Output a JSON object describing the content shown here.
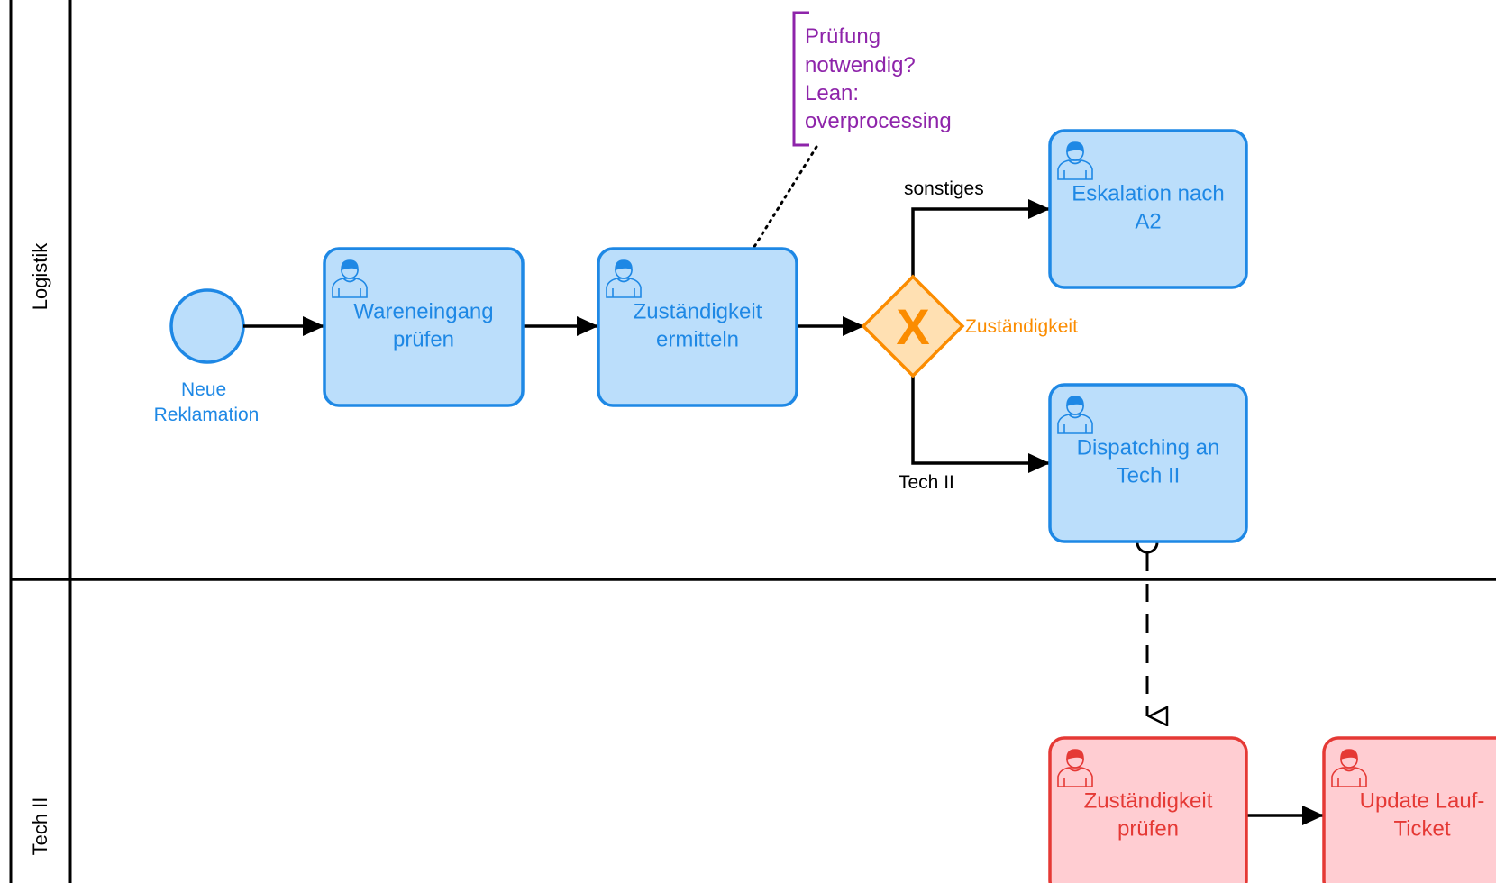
{
  "lanes": {
    "top": {
      "label": "Logistik"
    },
    "bottom": {
      "label": "Tech II"
    }
  },
  "start_event": {
    "label_lines": [
      "Neue",
      "Reklamation"
    ]
  },
  "tasks": {
    "wareneingang": {
      "lines": [
        "Wareneingang",
        "prüfen"
      ]
    },
    "zustaendigkeit_ermitteln": {
      "lines": [
        "Zuständigkeit",
        "ermitteln"
      ]
    },
    "eskalation": {
      "lines": [
        "Eskalation nach",
        "A2"
      ]
    },
    "dispatching": {
      "lines": [
        "Dispatching an",
        "Tech II"
      ]
    },
    "zustaendigkeit_pruefen": {
      "lines": [
        "Zuständigkeit",
        "prüfen"
      ]
    },
    "update_ticket": {
      "lines": [
        "Update Lauf-",
        "Ticket"
      ]
    }
  },
  "gateway": {
    "symbol": "X",
    "label": "Zuständigkeit"
  },
  "flow_labels": {
    "sonstiges": "sonstiges",
    "tech2": "Tech II"
  },
  "annotation": {
    "lines": [
      "Prüfung",
      "notwendig?",
      "Lean:",
      "overprocessing"
    ]
  },
  "colors": {
    "blue_fill": "#bbdefb",
    "blue_stroke": "#1e88e5",
    "red_fill": "#ffcdd2",
    "red_stroke": "#e53935",
    "gateway_fill": "#ffe0b2",
    "gateway_stroke": "#fb8c00",
    "annotation": "#8e24aa"
  }
}
